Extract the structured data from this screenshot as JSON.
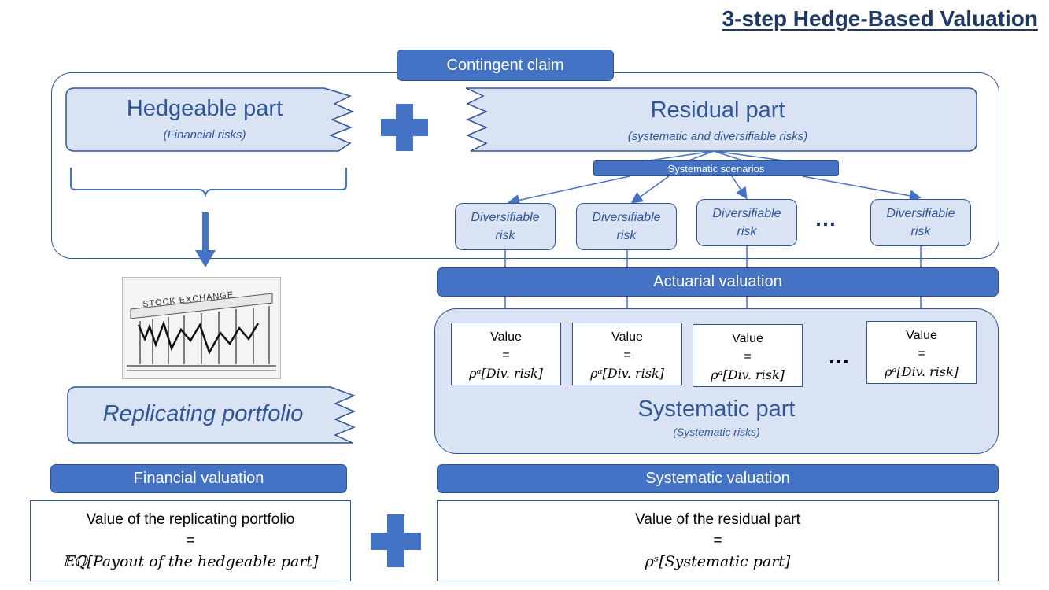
{
  "title": "3-step Hedge-Based Valuation",
  "contingent_claim": "Contingent claim",
  "hedgeable": {
    "title": "Hedgeable part",
    "subtitle": "(Financial risks)"
  },
  "residual": {
    "title": "Residual part",
    "subtitle": "(systematic and diversifiable risks)"
  },
  "systematic_scenarios": "Systematic scenarios",
  "diversifiable_risks": [
    {
      "line1": "Diversifiable",
      "line2": "risk"
    },
    {
      "line1": "Diversifiable",
      "line2": "risk"
    },
    {
      "line1": "Diversifiable",
      "line2": "risk"
    },
    {
      "line1": "Diversifiable",
      "line2": "risk"
    }
  ],
  "ellipsis": "…",
  "actuarial_valuation": "Actuarial valuation",
  "value_boxes": [
    {
      "label": "Value",
      "eq": "=",
      "formula": "ρᵃ[Div. risk]"
    },
    {
      "label": "Value",
      "eq": "=",
      "formula": "ρᵃ[Div. risk]"
    },
    {
      "label": "Value",
      "eq": "=",
      "formula": "ρᵃ[Div. risk]"
    },
    {
      "label": "Value",
      "eq": "=",
      "formula": "ρᵃ[Div. risk]"
    }
  ],
  "systematic_part": {
    "title": "Systematic part",
    "subtitle": "(Systematic risks)"
  },
  "replicating_portfolio": "Replicating portfolio",
  "image_caption": "STOCK EXCHANGE",
  "financial_valuation": "Financial valuation",
  "systematic_valuation": "Systematic valuation",
  "financial_result": {
    "line1": "Value of the replicating portfolio",
    "line2": "=",
    "line3": "𝔼ℚ[Payout of the hedgeable part]"
  },
  "systematic_result": {
    "line1": "Value of the residual part",
    "line2": "=",
    "line3": "ρˢ[Systematic part]"
  },
  "colors": {
    "accent": "#4472c4",
    "light": "#dae3f3",
    "outline": "#2f5597",
    "title": "#1f3864"
  }
}
